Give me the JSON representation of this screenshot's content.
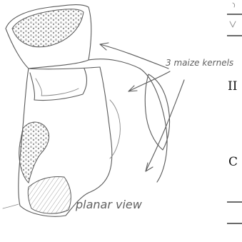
{
  "annotation": {
    "label": "3 maize kernels"
  },
  "caption": {
    "text": "planar view"
  },
  "margin_marks": {
    "roman_numeral": "II",
    "letter": "C"
  }
}
